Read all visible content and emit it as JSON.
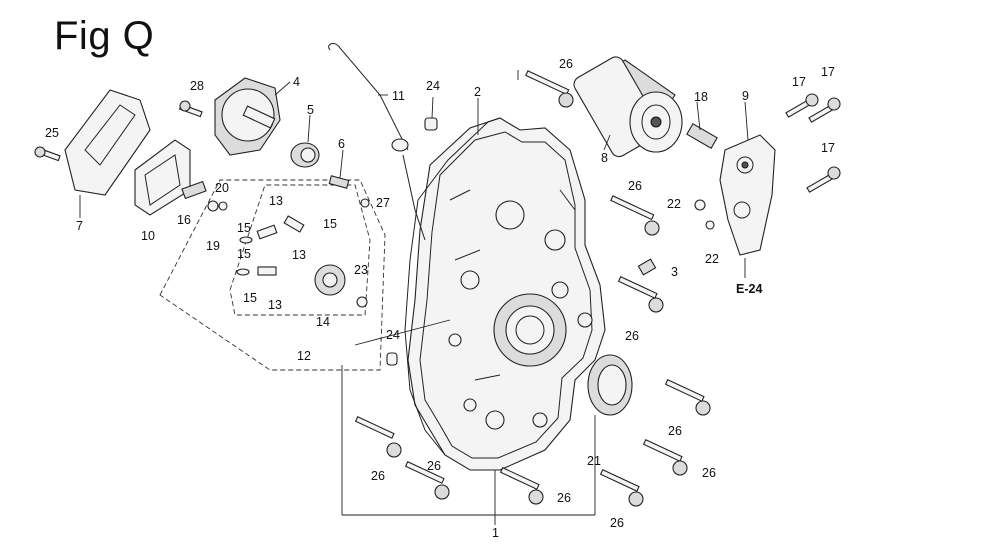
{
  "figure": {
    "title": "Fig Q",
    "reference_label": "E-24",
    "callouts": [
      "1",
      "2",
      "3",
      "4",
      "5",
      "6",
      "7",
      "8",
      "9",
      "10",
      "11",
      "12",
      "13",
      "13",
      "13",
      "14",
      "15",
      "15",
      "15",
      "15",
      "16",
      "17",
      "17",
      "17",
      "18",
      "19",
      "20",
      "21",
      "22",
      "22",
      "23",
      "24",
      "24",
      "25",
      "26",
      "26",
      "26",
      "26",
      "26",
      "26",
      "26",
      "26",
      "26",
      "26",
      "26",
      "27",
      "28"
    ]
  }
}
